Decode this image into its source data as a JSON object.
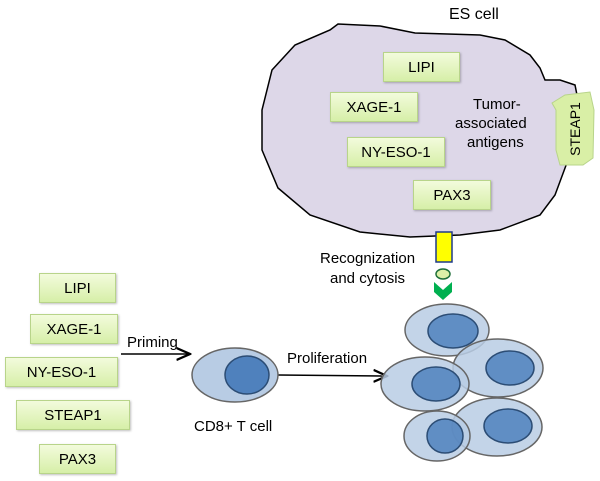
{
  "title": "ES cell",
  "tumor_antigens_label": [
    "Tumor-",
    "associated",
    "antigens"
  ],
  "es_cell_antigens": [
    "LIPI",
    "XAGE-1",
    "NY-ESO-1",
    "PAX3"
  ],
  "membrane_antigen": "STEAP1",
  "recognition_label": [
    "Recognization",
    "and cytosis"
  ],
  "left_antigens": [
    "LIPI",
    "XAGE-1",
    "NY-ESO-1",
    "STEAP1",
    "PAX3"
  ],
  "priming_label": "Priming",
  "proliferation_label": "Proliferation",
  "t_cell_label": "CD8+ T cell",
  "colors": {
    "es_cell_fill": "#ddd7e8",
    "antigen_box": "#e2f4bf",
    "t_cell_outer": "#b8cce4",
    "t_cell_nucleus": "#4f81bd",
    "receptor_yellow": "#ffff00",
    "arrow_green": "#00b050"
  }
}
